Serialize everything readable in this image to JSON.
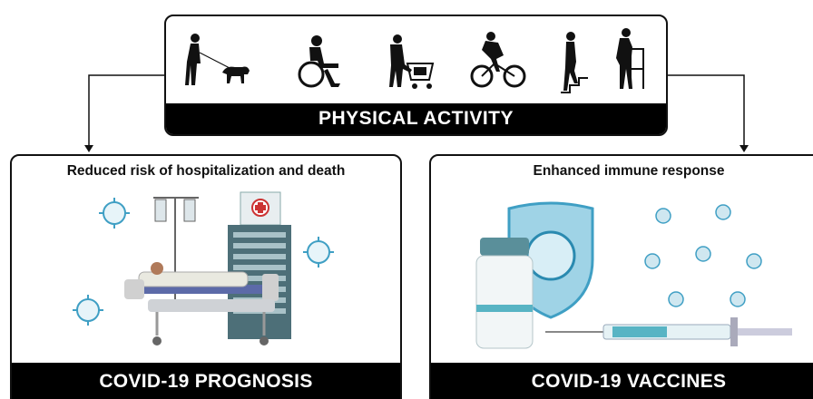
{
  "top": {
    "title": "PHYSICAL ACTIVITY",
    "icons": [
      "dog-walker-icon",
      "wheelchair-user-icon",
      "shopper-with-cart-icon",
      "cyclist-icon",
      "stair-climber-icon",
      "walker-frame-user-icon"
    ]
  },
  "left": {
    "heading": "Reduced risk of hospitalization and death",
    "banner": "COVID-19 PROGNOSIS"
  },
  "right": {
    "heading": "Enhanced immune response",
    "banner": "COVID-19 VACCINES"
  },
  "colors": {
    "silhouette": "#111111",
    "virus": "#3f9fc4",
    "shield": "#9fd3e6",
    "building": "#4d6f78",
    "bed": "#5c6aa8"
  }
}
